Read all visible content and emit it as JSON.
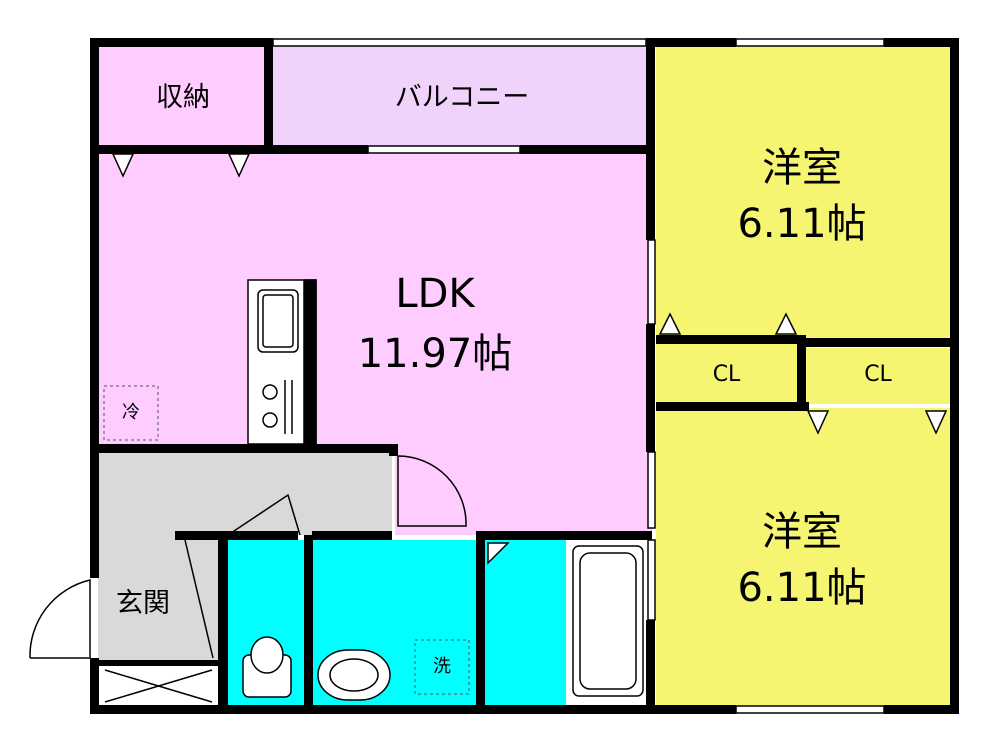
{
  "rooms": {
    "storage": {
      "label": "収納",
      "color": "#ffccff"
    },
    "balcony": {
      "label": "バルコニー",
      "color": "#efd3fb"
    },
    "ldk": {
      "label": "LDK",
      "size": "11.97帖",
      "color": "#ffccff"
    },
    "western1": {
      "label": "洋室",
      "size": "6.11帖",
      "color": "#f5f571"
    },
    "western2": {
      "label": "洋室",
      "size": "6.11帖",
      "color": "#f5f571"
    },
    "closet1": {
      "label": "CL",
      "color": "#f5f571"
    },
    "closet2": {
      "label": "CL",
      "color": "#f5f571"
    },
    "entrance": {
      "label": "玄関",
      "color": "#d9d9d9"
    },
    "wet_area_color": "#00ffff"
  },
  "symbols": {
    "fridge": "冷",
    "washer": "洗"
  },
  "colors": {
    "wall": "#000000",
    "fixture_stroke": "#333333"
  }
}
